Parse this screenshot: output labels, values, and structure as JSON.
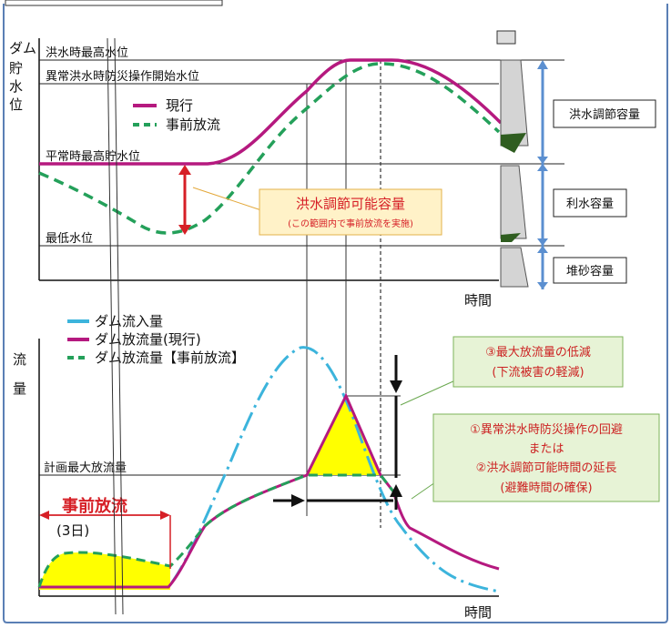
{
  "top": {
    "ylabel": [
      "ダム",
      "貯",
      "水",
      "位"
    ],
    "levels": {
      "flood_max": "洪水時最高水位",
      "abnormal_start": "異常洪水時防災操作開始水位",
      "normal_max": "平常時最高貯水位",
      "min": "最低水位"
    },
    "legend": {
      "current": "現行",
      "pre": "事前放流"
    },
    "callout_main": "洪水調節可能容量",
    "callout_sub": "(この範囲内で事前放流を実施)",
    "capacity": [
      "洪水調節容量",
      "利水容量",
      "堆砂容量"
    ],
    "xlabel": "時間"
  },
  "bottom": {
    "ylabel": [
      "流",
      "量"
    ],
    "legend": [
      "ダム流入量",
      "ダム放流量(現行)",
      "ダム放流量【事前放流】"
    ],
    "plan_max": "計画最大放流量",
    "pre_release": "事前放流",
    "pre_days": "(3日)",
    "box3": [
      "③最大放流量の低減",
      "(下流被害の軽減)"
    ],
    "box12": [
      "①異常洪水時防災操作の回避",
      "または",
      "②洪水調節可能時間の延長",
      "(避難時間の確保)"
    ],
    "xlabel": "時間"
  },
  "colors": {
    "current": "#b5197f",
    "pre": "#24a05a",
    "inflow": "#3cb4dc",
    "red": "#d61f26",
    "fill": "#ffff00",
    "box_green": "#e7f3d6",
    "box_orange": "#fff2c8",
    "frame": "#5a7fb5",
    "dam": "#cccccc"
  }
}
